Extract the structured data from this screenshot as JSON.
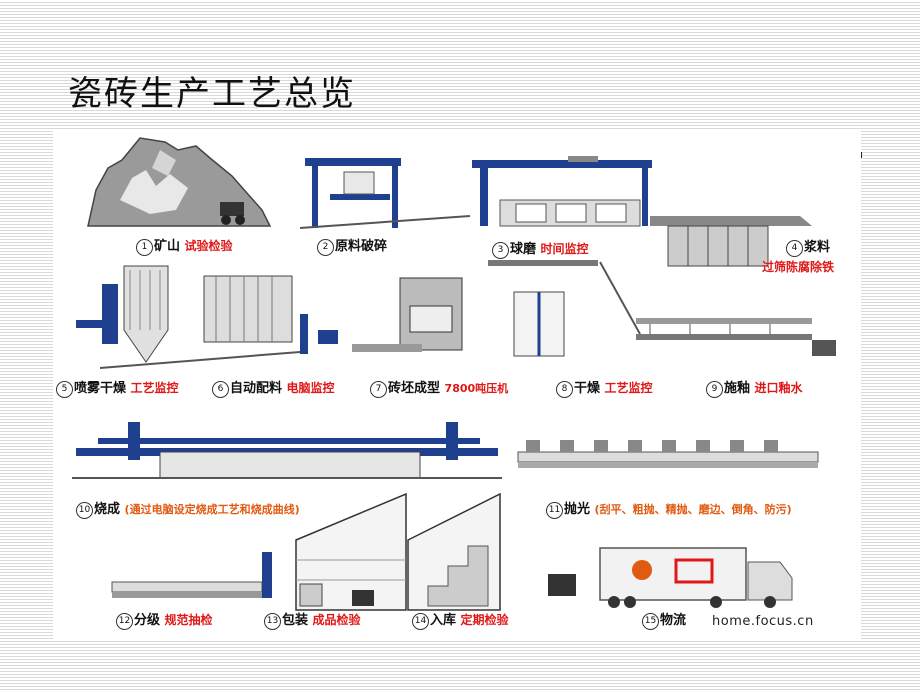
{
  "title": "瓷砖生产工艺总览",
  "colors": {
    "navy": "#1f3f8f",
    "grey": "#808080",
    "red": "#e01818",
    "orange": "#e05a10"
  },
  "steps": [
    {
      "num": "1",
      "name": "矿山",
      "note": "试验检验"
    },
    {
      "num": "2",
      "name": "原料破碎",
      "note": ""
    },
    {
      "num": "3",
      "name": "球磨",
      "note": "时间监控"
    },
    {
      "num": "4",
      "name": "浆料",
      "note": "过筛陈腐除铁"
    },
    {
      "num": "5",
      "name": "喷雾干燥",
      "note": "工艺监控"
    },
    {
      "num": "6",
      "name": "自动配料",
      "note": "电脑监控"
    },
    {
      "num": "7",
      "name": "砖坯成型",
      "note": "7800吨压机"
    },
    {
      "num": "8",
      "name": "干燥",
      "note": "工艺监控"
    },
    {
      "num": "9",
      "name": "施釉",
      "note": "进口釉水"
    },
    {
      "num": "10",
      "name": "烧成",
      "note": "(通过电脑设定烧成工艺和烧成曲线)"
    },
    {
      "num": "11",
      "name": "抛光",
      "note": "(刮平、粗抛、精抛、磨边、倒角、防污)"
    },
    {
      "num": "12",
      "name": "分级",
      "note": "规范抽检"
    },
    {
      "num": "13",
      "name": "包装",
      "note": "成品检验"
    },
    {
      "num": "14",
      "name": "入库",
      "note": "定期检验"
    },
    {
      "num": "15",
      "name": "物流",
      "note": ""
    }
  ],
  "watermark": "home.focus.cn"
}
